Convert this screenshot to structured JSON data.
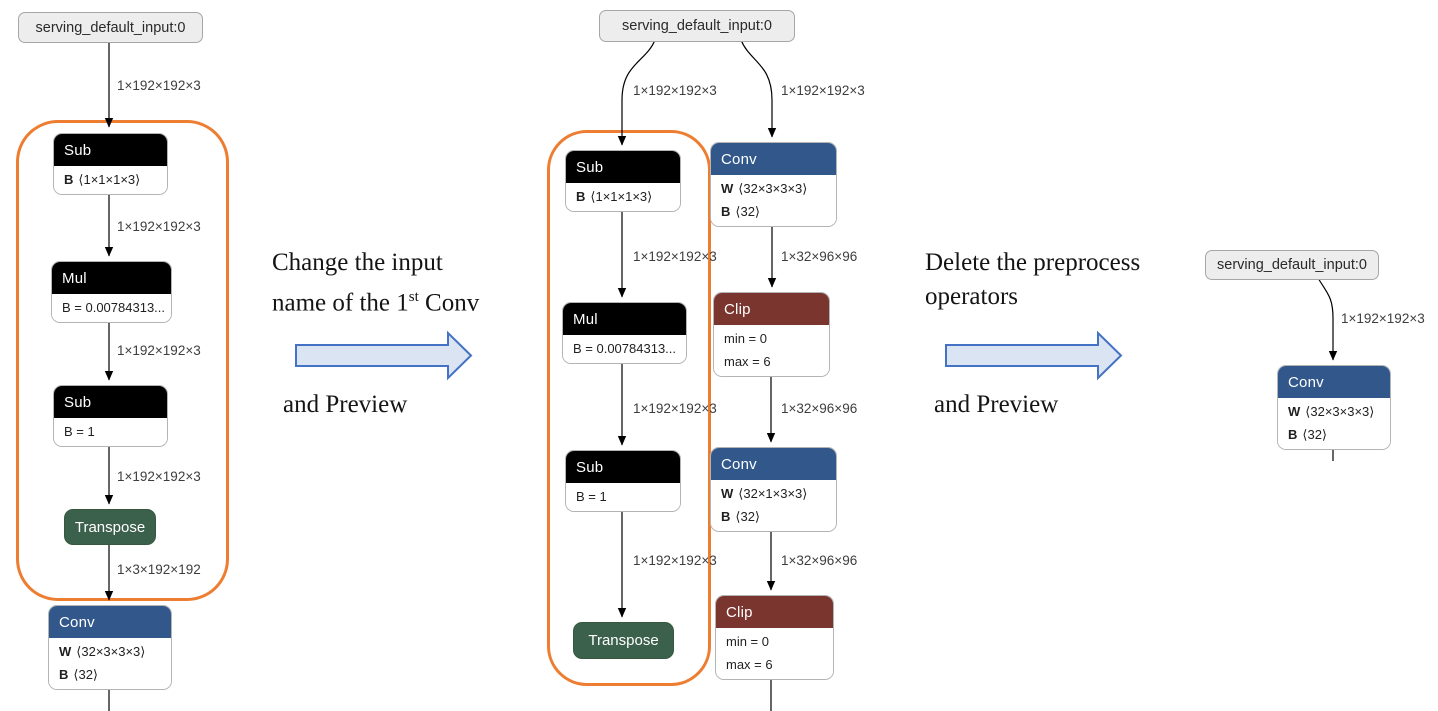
{
  "colors": {
    "op_black": "#000000",
    "conv_blue": "#31578b",
    "clip_maroon": "#7b352f",
    "transpose_green": "#3b604b",
    "highlight_orange": "#ed7d31",
    "block_arrow_fill": "#dbe4f3",
    "block_arrow_stroke": "#4472c4"
  },
  "g1": {
    "input": "serving_default_input:0",
    "edge_labels": [
      "1×192×192×3",
      "1×192×192×3",
      "1×192×192×3",
      "1×192×192×3",
      "1×3×192×192"
    ],
    "nodes": {
      "sub1": {
        "title": "Sub",
        "key": "B",
        "val": "⟨1×1×1×3⟩"
      },
      "mul": {
        "title": "Mul",
        "row": "B = 0.00784313..."
      },
      "sub2": {
        "title": "Sub",
        "row": "B = 1"
      },
      "transpose": {
        "title": "Transpose"
      },
      "conv": {
        "title": "Conv",
        "w_key": "W",
        "w_val": "⟨32×3×3×3⟩",
        "b_key": "B",
        "b_val": "⟨32⟩"
      }
    }
  },
  "g2": {
    "input": "serving_default_input:0",
    "edge_labels": {
      "in_left": "1×192×192×3",
      "in_right": "1×192×192×3",
      "l2": "1×192×192×3",
      "r2": "1×32×96×96",
      "l3": "1×192×192×3",
      "r3": "1×32×96×96",
      "l4": "1×192×192×3",
      "r4": "1×32×96×96"
    },
    "nodes": {
      "sub1": {
        "title": "Sub",
        "key": "B",
        "val": "⟨1×1×1×3⟩"
      },
      "conv1": {
        "title": "Conv",
        "w_key": "W",
        "w_val": "⟨32×3×3×3⟩",
        "b_key": "B",
        "b_val": "⟨32⟩"
      },
      "mul": {
        "title": "Mul",
        "row": "B = 0.00784313..."
      },
      "clip1": {
        "title": "Clip",
        "row1": "min = 0",
        "row2": "max = 6"
      },
      "sub2": {
        "title": "Sub",
        "row": "B = 1"
      },
      "conv2": {
        "title": "Conv",
        "w_key": "W",
        "w_val": "⟨32×1×3×3⟩",
        "b_key": "B",
        "b_val": "⟨32⟩"
      },
      "transpose": {
        "title": "Transpose"
      },
      "clip2": {
        "title": "Clip",
        "row1": "min = 0",
        "row2": "max = 6"
      }
    }
  },
  "g3": {
    "input": "serving_default_input:0",
    "edge_label": "1×192×192×3",
    "nodes": {
      "conv": {
        "title": "Conv",
        "w_key": "W",
        "w_val": "⟨32×3×3×3⟩",
        "b_key": "B",
        "b_val": "⟨32⟩"
      }
    }
  },
  "annotations": {
    "step1": {
      "line1": "Change the input",
      "line2_a": "name of the 1",
      "line2_sup": "st",
      "line2_b": " Conv",
      "line3": "and Preview"
    },
    "step2": {
      "line1": "Delete the preprocess",
      "line2": "operators",
      "line3": "and Preview"
    }
  }
}
